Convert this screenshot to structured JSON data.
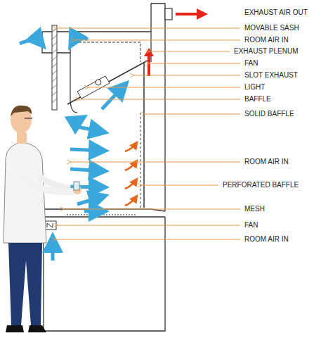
{
  "diagram": {
    "labels": [
      "EXHAUST AIR OUT",
      "MOVABLE SASH",
      "ROOM AIR IN",
      "EXHAUST PLENUM",
      "FAN",
      "SLOT EXHAUST",
      "LIGHT",
      "BAFFLE",
      "SOLID BAFFLE",
      "ROOM AIR IN",
      "PERFORATED BAFFLE",
      "MESH",
      "FAN",
      "ROOM AIR IN"
    ]
  }
}
